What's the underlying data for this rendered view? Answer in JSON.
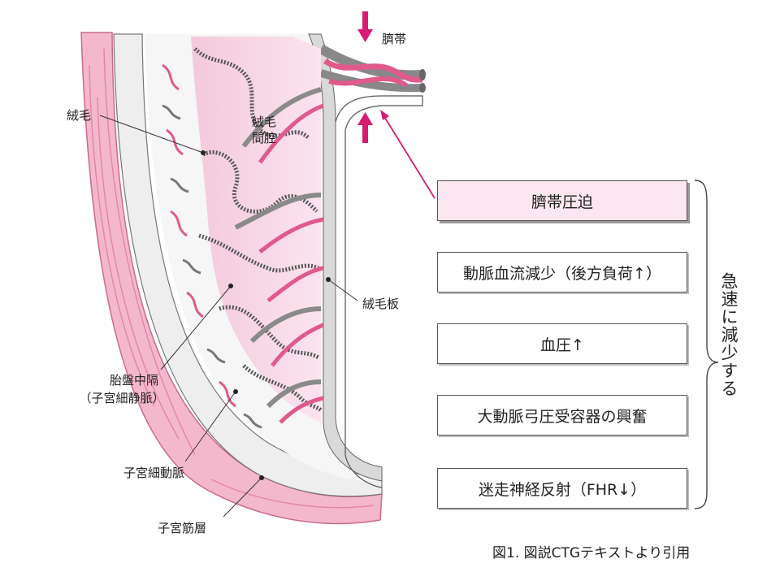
{
  "labels": {
    "umbilical_cord": "臍帯",
    "villus": "絨毛",
    "intervillous_space_line1": "絨毛",
    "intervillous_space_line2": "間腔",
    "chorionic_plate": "絨毛板",
    "placental_septum_line1": "胎盤中隔",
    "placental_septum_line2": "（子宮細静脈）",
    "uterine_arteriole": "子宮細動脈",
    "myometrium": "子宮筋層"
  },
  "flow_steps": [
    "臍帯圧迫",
    "動脈血流減少（後方負荷↑）",
    "血圧↑",
    "大動脈弓圧受容器の興奮",
    "迷走神経反射（FHR↓）"
  ],
  "bracket_label": "急速に減少する",
  "caption": "図1. 図説CTGテキストより引用",
  "colors": {
    "pink": "#e05a8c",
    "pink_light": "#f7d3e2",
    "magenta": "#d81b72",
    "gray": "#8a8a8a",
    "highlight_bg": "#fce6ef"
  }
}
